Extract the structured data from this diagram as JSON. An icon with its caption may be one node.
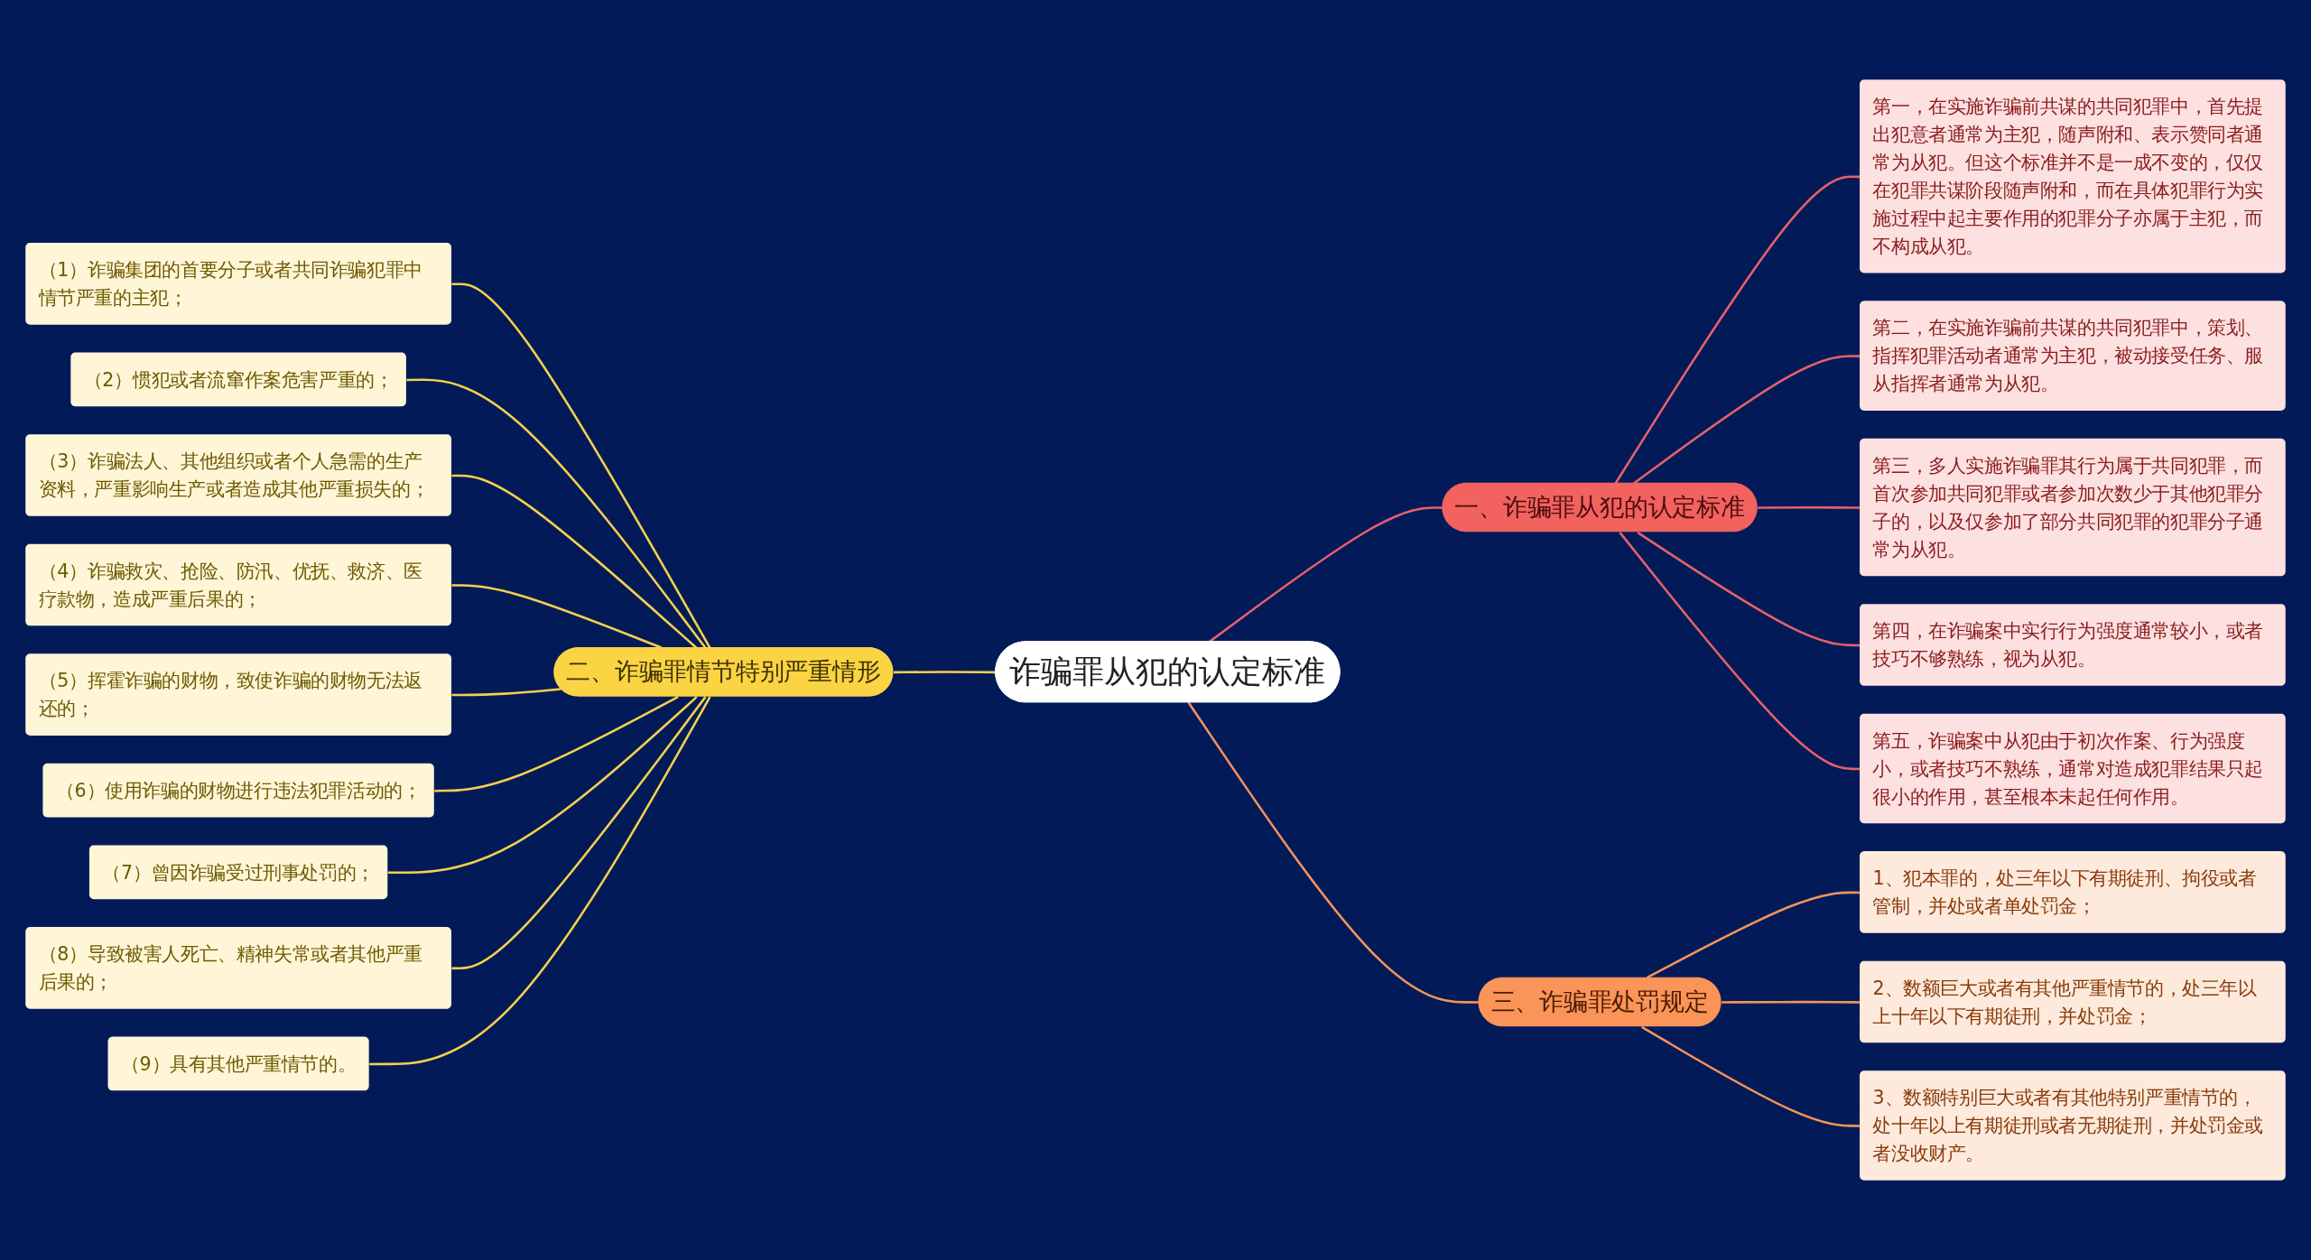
{
  "diagram": {
    "nodes": [
      {
        "text": [
          "诈骗罪从犯的认定标准"
        ]
      },
      {
        "text": [
          "一、诈骗罪从犯的认定标准"
        ]
      },
      {
        "text": [
          "第一，在实施诈骗前共谋的共同犯罪中，首先提出犯意者通常为主犯，随声附和、表示赞同者通常为从犯。但这个标准并不是一成不变的，仅仅在犯罪共谋阶段随声附和，而在具体犯罪行为实施过程中起主要作用的犯罪分子亦属于主犯，而不构成从犯。"
        ]
      },
      {
        "text": [
          "第二，在实施诈骗前共谋的共同犯罪中，策划、指挥犯罪活动者通常为主犯，被动接受任务、服从指挥者通常为从犯。"
        ]
      },
      {
        "text": [
          "第三，多人实施诈骗罪其行为属于共同犯罪，而首次参加共同犯罪或者参加次数少于其他犯罪分子的，以及仅参加了部分共同犯罪的犯罪分子通常为从犯。"
        ]
      },
      {
        "text": [
          "第四，在诈骗案中实行行为强度通常较小，或者技巧不够熟练，视为从犯。"
        ]
      },
      {
        "text": [
          "第五，诈骗案中从犯由于初次作案、行为强度小，或者技巧不熟练，通常对造成犯罪结果只起很小的作用，甚至根本未起任何作用。"
        ]
      },
      {
        "text": [
          "二、诈骗罪情节特别严重情形"
        ]
      },
      {
        "text": [
          "（1）诈骗集团的首要分子或者共同诈骗犯罪中情节严重的主犯；"
        ]
      },
      {
        "text": [
          "（2）惯犯或者流窜作案危害严重的；"
        ]
      },
      {
        "text": [
          "（3）诈骗法人、其他组织或者个人急需的生产资料，严重影响生产或者造成其他严重损失的；"
        ]
      },
      {
        "text": [
          "（4）诈骗救灾、抢险、防汛、优抚、救济、医疗款物，造成严重后果的；"
        ]
      },
      {
        "text": [
          "（5）挥霍诈骗的财物，致使诈骗的财物无法返还的；"
        ]
      },
      {
        "text": [
          "（6）使用诈骗的财物进行违法犯罪活动的；"
        ]
      },
      {
        "text": [
          "（7）曾因诈骗受过刑事处罚的；"
        ]
      },
      {
        "text": [
          "（8）导致被害人死亡、精神失常或者其他严重后果的；"
        ]
      },
      {
        "text": [
          "（9）具有其他严重情节的。"
        ]
      },
      {
        "text": [
          "三、诈骗罪处罚规定"
        ]
      },
      {
        "text": [
          "1、犯本罪的，处三年以下有期徒刑、拘役或者管制，并处或者单处罚金；"
        ]
      },
      {
        "text": [
          "2、数额巨大或者有其他严重情节的，处三年以上十年以下有期徒刑，并处罚金；"
        ]
      },
      {
        "text": [
          "3、数额特别巨大或者有其他特别严重情节的，处十年以上有期徒刑或者无期徒刑，并处罚金或者没收财产。"
        ]
      }
    ],
    "edges": [
      {
        "from": 0,
        "to": 1,
        "arrow": "none",
        "color": "#e8606a"
      },
      {
        "from": 1,
        "to": 2,
        "arrow": "none",
        "color": "#e8606a"
      },
      {
        "from": 1,
        "to": 3,
        "arrow": "none",
        "color": "#e8606a"
      },
      {
        "from": 1,
        "to": 4,
        "arrow": "none",
        "color": "#e8606a"
      },
      {
        "from": 1,
        "to": 5,
        "arrow": "none",
        "color": "#e8606a"
      },
      {
        "from": 1,
        "to": 6,
        "arrow": "none",
        "color": "#e8606a"
      },
      {
        "from": 0,
        "to": 7,
        "arrow": "none"
      },
      {
        "from": 7,
        "to": 8,
        "arrow": "none"
      },
      {
        "from": 7,
        "to": 9,
        "arrow": "none"
      },
      {
        "from": 7,
        "to": 10,
        "arrow": "none"
      },
      {
        "from": 7,
        "to": 11,
        "arrow": "none"
      },
      {
        "from": 7,
        "to": 12,
        "arrow": "none"
      },
      {
        "from": 7,
        "to": 13,
        "arrow": "none"
      },
      {
        "from": 7,
        "to": 14,
        "arrow": "none"
      },
      {
        "from": 7,
        "to": 15,
        "arrow": "none"
      },
      {
        "from": 7,
        "to": 16,
        "arrow": "none"
      },
      {
        "from": 0,
        "to": 17,
        "arrow": "none",
        "color": "#f4945a"
      },
      {
        "from": 17,
        "to": 18,
        "arrow": "none",
        "color": "#f4945a"
      },
      {
        "from": 17,
        "to": 19,
        "arrow": "none",
        "color": "#f4945a"
      },
      {
        "from": 17,
        "to": 20,
        "arrow": "none",
        "color": "#f4945a"
      }
    ]
  }
}
